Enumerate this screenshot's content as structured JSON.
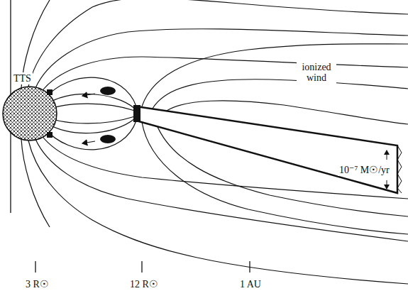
{
  "diagram": {
    "labels": [
      "TTS",
      "ionized wind",
      "10⁻⁷ M☉/yr",
      "3 R☉",
      "12 R☉",
      "1 AU"
    ]
  }
}
